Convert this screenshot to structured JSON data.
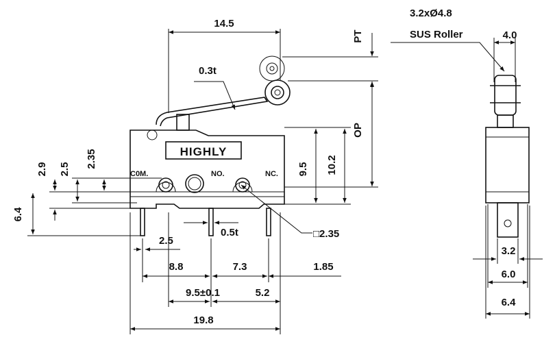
{
  "body_label": "HIGHLY",
  "terminals": {
    "com": "C0M.",
    "no": "NO.",
    "nc": "NC."
  },
  "callouts": {
    "thickness": "0.3t",
    "pin_square": "□2.35",
    "roller_size": "3.2xØ4.8",
    "roller_type": "SUS Roller"
  },
  "travel": {
    "pt": "PT",
    "op": "OP"
  },
  "dimensions": {
    "d_14_5": "14.5",
    "d_2_9": "2.9",
    "d_2_5_left": "2.5",
    "d_2_35": "2.35",
    "d_6_4_left": "6.4",
    "d_9_5": "9.5",
    "d_10_2": "10.2",
    "d_0_5t": "0.5t",
    "d_2_5_bottom": "2.5",
    "d_8_8": "8.8",
    "d_7_3": "7.3",
    "d_1_85": "1.85",
    "d_9_5_tol": "9.5±0.1",
    "d_5_2": "5.2",
    "d_19_8": "19.8",
    "d_4_0": "4.0",
    "d_3_2": "3.2",
    "d_6_0": "6.0",
    "d_6_4_side": "6.4"
  }
}
